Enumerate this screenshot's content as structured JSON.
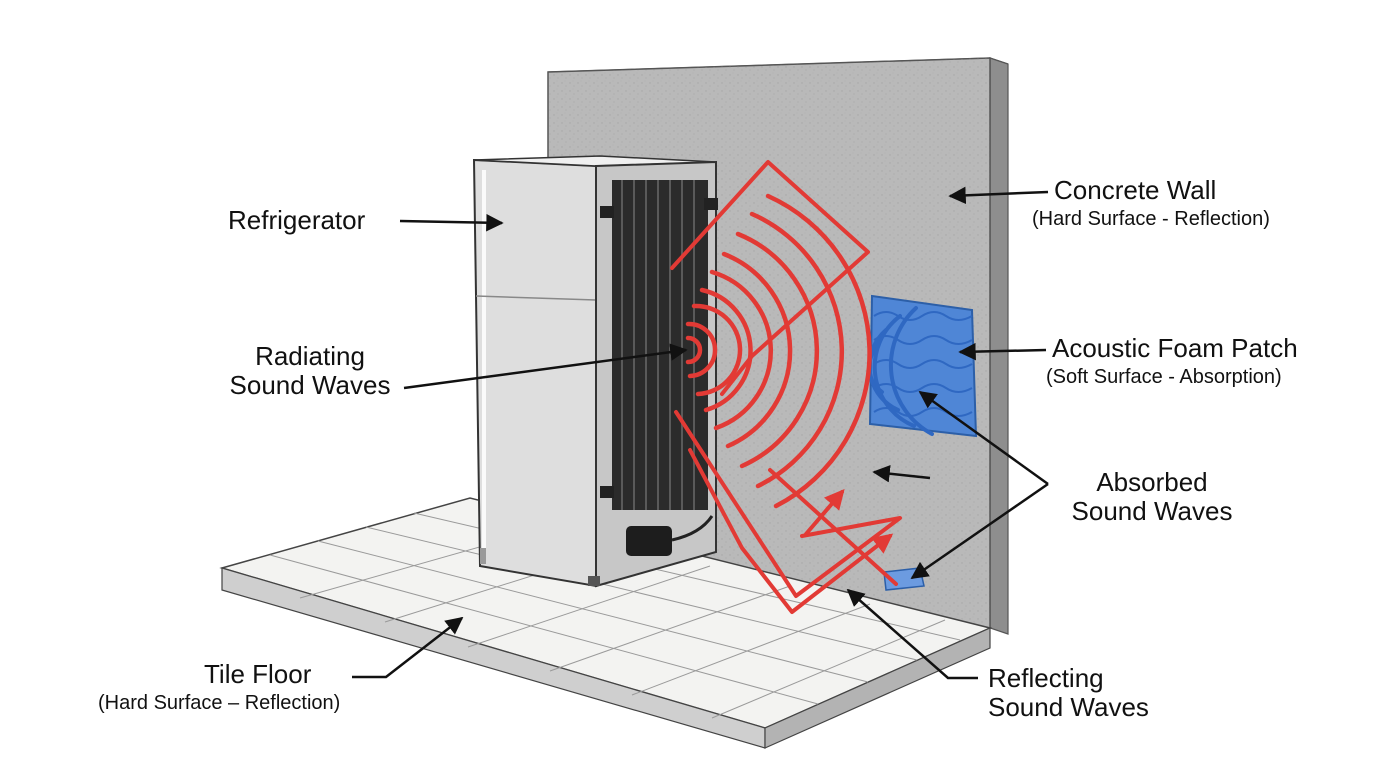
{
  "labels": {
    "refrigerator": "Refrigerator",
    "radiating_line1": "Radiating",
    "radiating_line2": "Sound Waves",
    "concrete_wall": "Concrete Wall",
    "concrete_wall_sub": "(Hard Surface - Reflection)",
    "foam_patch": "Acoustic Foam Patch",
    "foam_patch_sub": "(Soft Surface - Absorption)",
    "absorbed_line1": "Absorbed",
    "absorbed_line2": "Sound Waves",
    "tile_floor": "Tile Floor",
    "tile_floor_sub": "(Hard Surface – Reflection)",
    "reflecting_line1": "Reflecting",
    "reflecting_line2": "Sound Waves"
  },
  "colors": {
    "sound_wave": "#e23a35",
    "foam": "#4f86d6",
    "foam_wave": "#2f68c2",
    "wall": "#b9b9b9",
    "floor_tile": "#f3f3f1",
    "fridge_body": "#dcdcdc",
    "coil": "#2b2b2b",
    "leader_line": "#111111"
  }
}
